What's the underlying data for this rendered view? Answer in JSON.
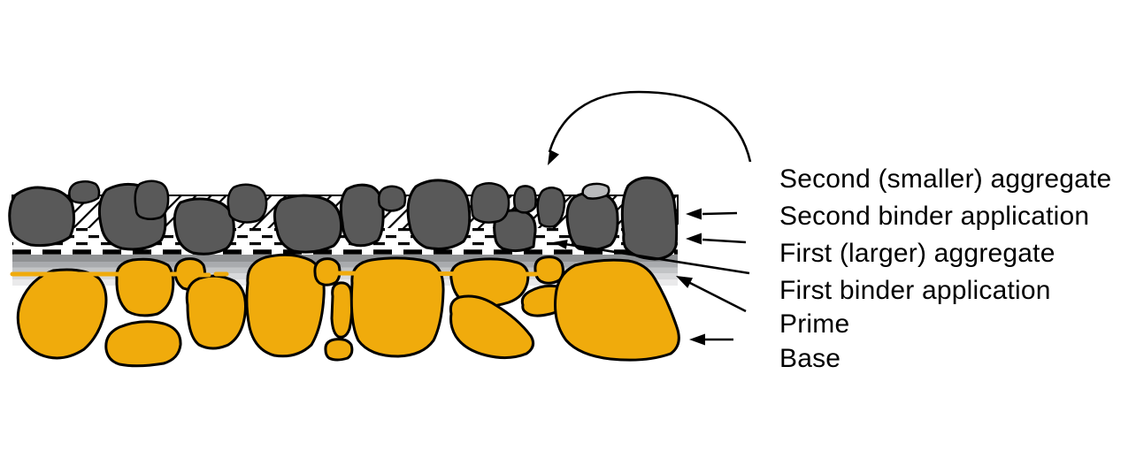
{
  "labels": {
    "second_aggregate": "Second (smaller) aggregate",
    "second_binder": "Second binder application",
    "first_aggregate": "First (larger) aggregate",
    "first_binder": "First binder application",
    "prime": "Prime",
    "base": "Base"
  },
  "palette": {
    "background": "#FFFFFF",
    "outline": "#000000",
    "aggregate_dark": "#595959",
    "aggregate_light": "#B9BABC",
    "base_orange": "#F0AB0C",
    "prime_grays": [
      "#8F9193",
      "#A9ABAE",
      "#C2C4C6",
      "#D8D9DB",
      "#EAEAEB"
    ]
  }
}
